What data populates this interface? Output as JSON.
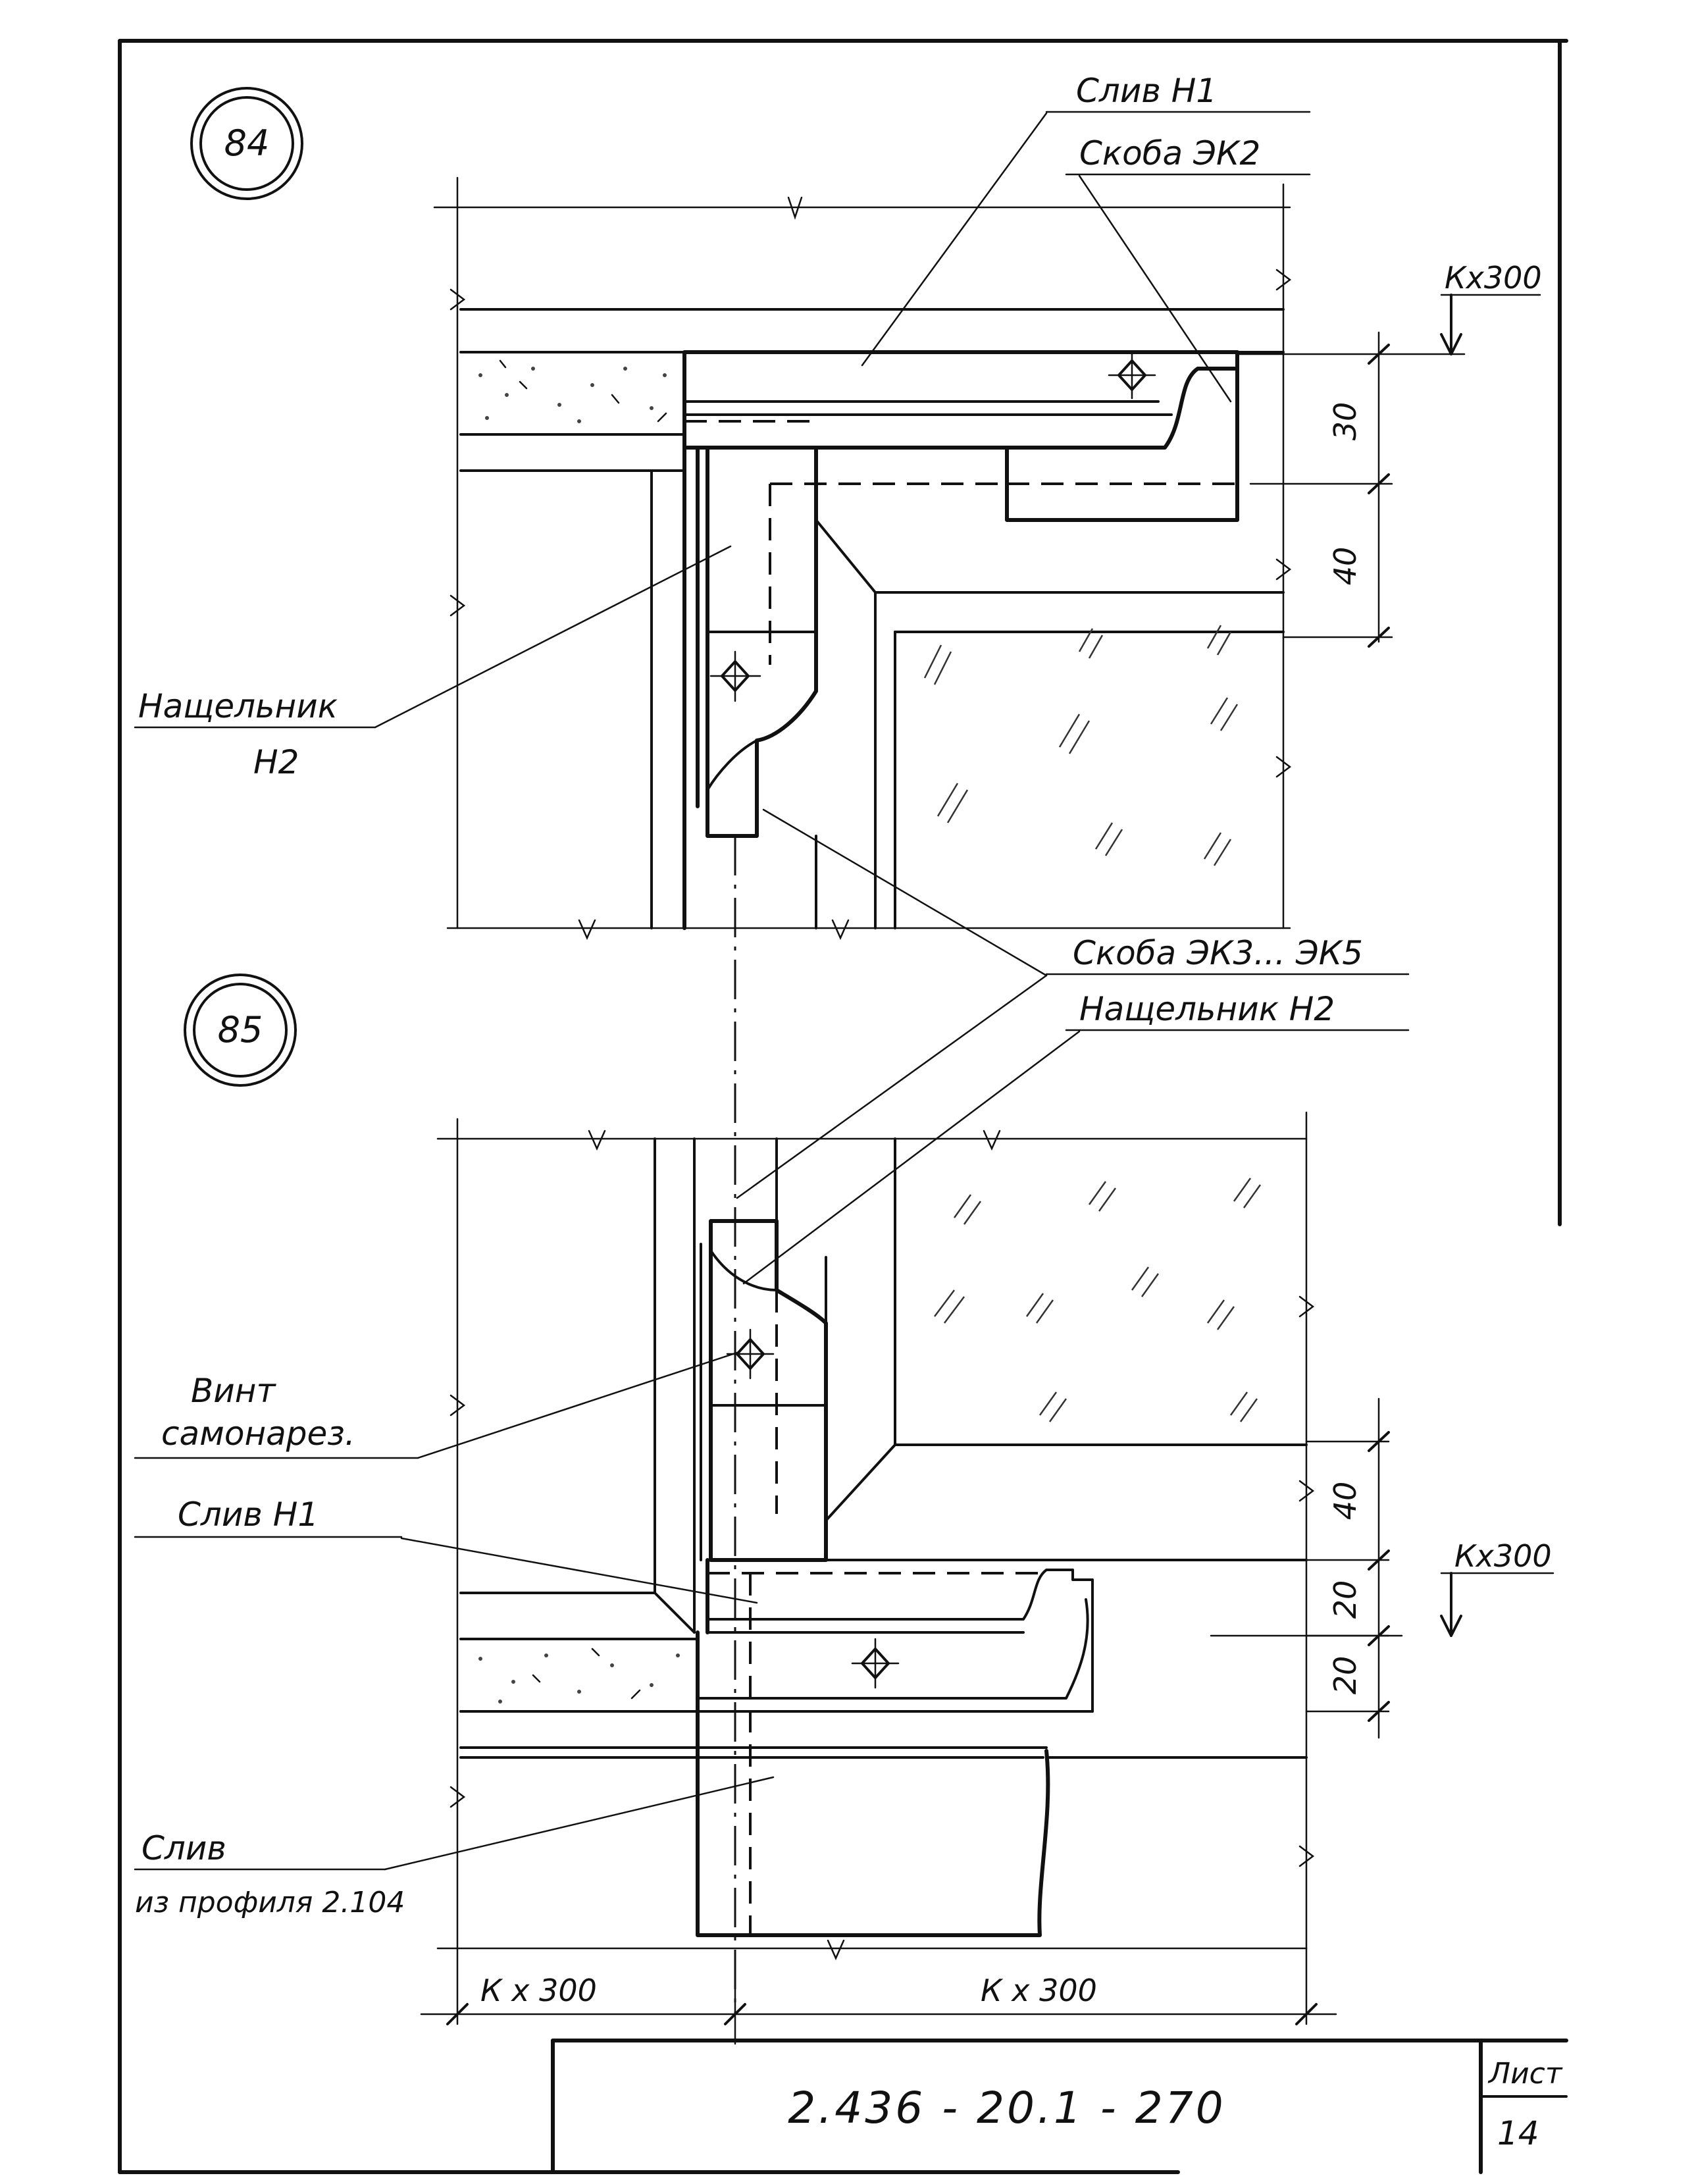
{
  "details": [
    {
      "number": "84"
    },
    {
      "number": "85"
    }
  ],
  "labels": {
    "sliv_h1_top": "Слив Н1",
    "skoba_ek2": "Скоба ЭК2",
    "nashchelnik_line1": "Нащельник",
    "nashchelnik_line2": "Н2",
    "skoba_ek3_ek5": "Скоба ЭК3... ЭК5",
    "nashchelnik_h2": "Нащельник Н2",
    "vint_line1": "Винт",
    "vint_line2": "самонарез.",
    "sliv_h1_bottom": "Слив Н1",
    "sliv_profile_line1": "Слив",
    "sliv_profile_line2": "из профиля 2.104"
  },
  "dimensions": {
    "top_k300": "Кх300",
    "d30": "30",
    "d40_top": "40",
    "d40_bottom": "40",
    "d20_a": "20",
    "d20_b": "20",
    "bottom_k300": "Кх300",
    "k300_left": "К х 300",
    "k300_right": "К х 300"
  },
  "title_block": {
    "code": "2.436 - 20.1 - 270",
    "sheet_label": "Лист",
    "sheet_number": "14"
  }
}
